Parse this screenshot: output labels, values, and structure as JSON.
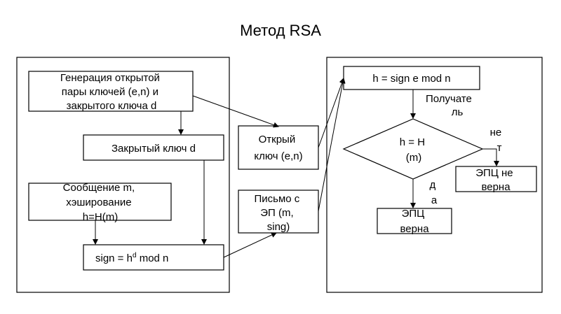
{
  "title": "Метод RSA",
  "nodes": {
    "keygen": [
      "Генерация открытой",
      "пары ключей (e,n) и",
      "закрытого ключа d"
    ],
    "private_key": [
      "Закрытый ключ d"
    ],
    "message": [
      "Сообщение m,",
      "хэширование",
      "h=H(m)"
    ],
    "sign": {
      "prefix": "sign = h",
      "sup": "d",
      "suffix": " mod n"
    },
    "public_key": [
      "Открый",
      "ключ (e,n)"
    ],
    "signed_letter": [
      "Письмо с",
      "ЭП (m,",
      "sing)"
    ],
    "verify": [
      "h = sign e mod n"
    ],
    "receiver": [
      "Получате",
      "ль"
    ],
    "decision": [
      "h = H",
      "(m)"
    ],
    "no_label": [
      "не",
      "т"
    ],
    "invalid": [
      "ЭПЦ не",
      "верна"
    ],
    "yes_label": [
      "д",
      "а"
    ],
    "valid": [
      "ЭПЦ",
      "верна"
    ]
  }
}
